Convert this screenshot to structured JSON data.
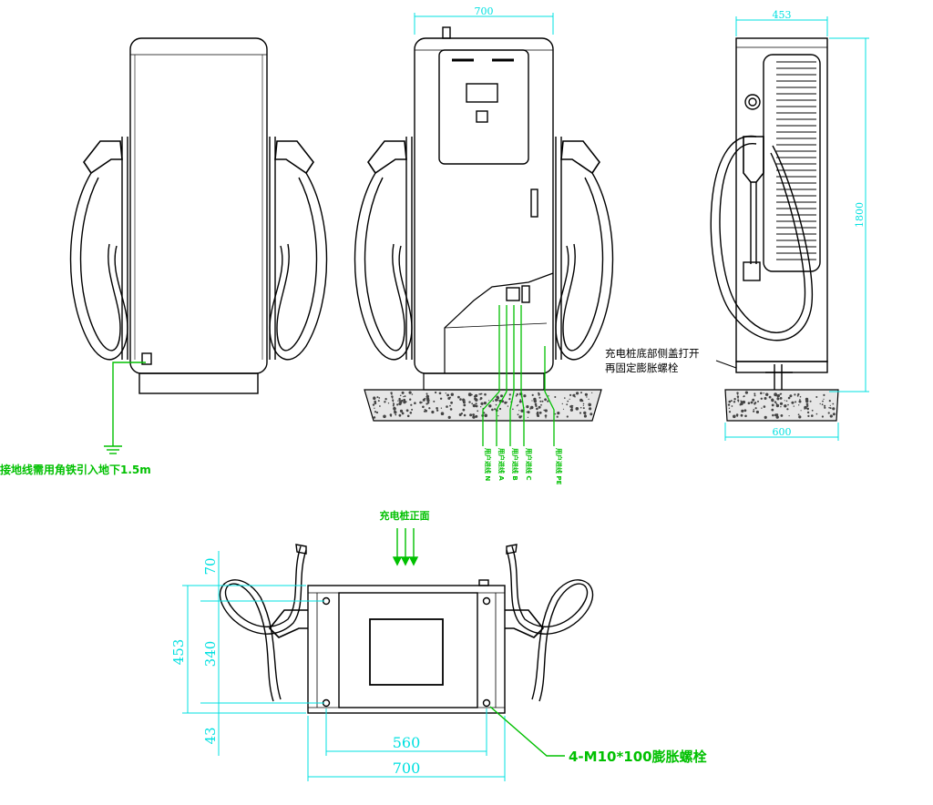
{
  "views": {
    "back": {},
    "front": {
      "width_dim": "700",
      "wire_labels": [
        "用户进线 N",
        "用户进线 A",
        "用户进线 B",
        "用户进线 C",
        "用户进线 PE"
      ]
    },
    "side": {
      "top_dim": "453",
      "height_dim": "1800",
      "bottom_dim": "600",
      "note_line1": "充电桩底部侧盖打开",
      "note_line2": "再固定膨胀螺栓"
    },
    "top": {
      "front_arrow_label": "充电桩正面",
      "dim_70": "70",
      "dim_453": "453",
      "dim_340": "340",
      "dim_43": "43",
      "dim_560": "560",
      "dim_700": "700",
      "bolt_label": "4-M10*100膨胀螺栓"
    }
  },
  "grounding_note": "接地线需用角铁引入地下1.5m",
  "colors": {
    "dimension": "#00e0e0",
    "annotation": "#00c000",
    "line": "#000000"
  }
}
